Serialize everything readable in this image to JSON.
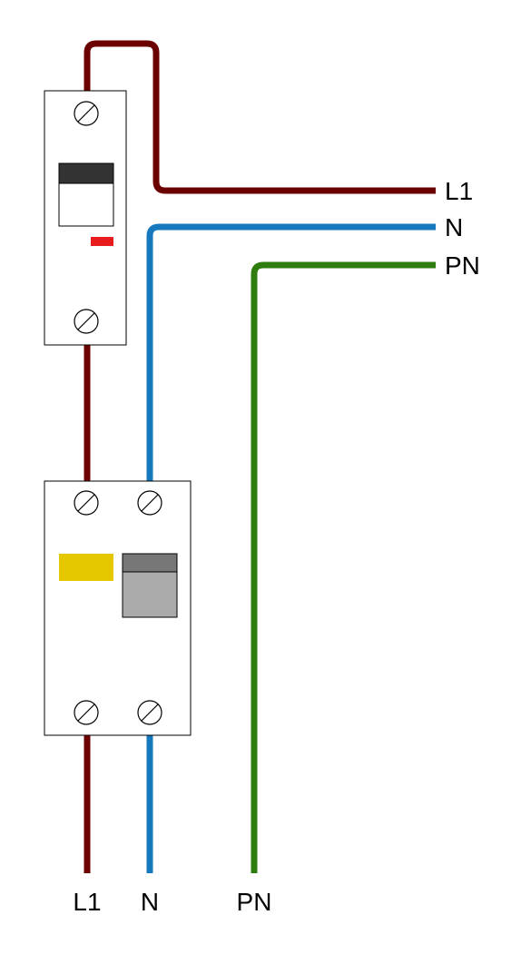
{
  "colors": {
    "line_wire": "#6b0000",
    "neutral_wire": "#1679bd",
    "earth_wire": "#2e7d0e",
    "device_outline": "#000000",
    "breaker_toggle_dark": "#333333",
    "breaker_indicator": "#e81c1c",
    "rcd_test_button": "#e5c700",
    "rcd_toggle_dark": "#777777",
    "rcd_toggle_light": "#aaaaaa"
  },
  "circuit_breaker": {
    "terminals": [
      "screw-icon",
      "screw-icon"
    ]
  },
  "rcd": {
    "terminals": [
      "screw-icon",
      "screw-icon",
      "screw-icon",
      "screw-icon"
    ]
  },
  "labels": {
    "output": [
      "L1",
      "N",
      "PN"
    ],
    "input": [
      "L1",
      "N",
      "PN"
    ]
  }
}
